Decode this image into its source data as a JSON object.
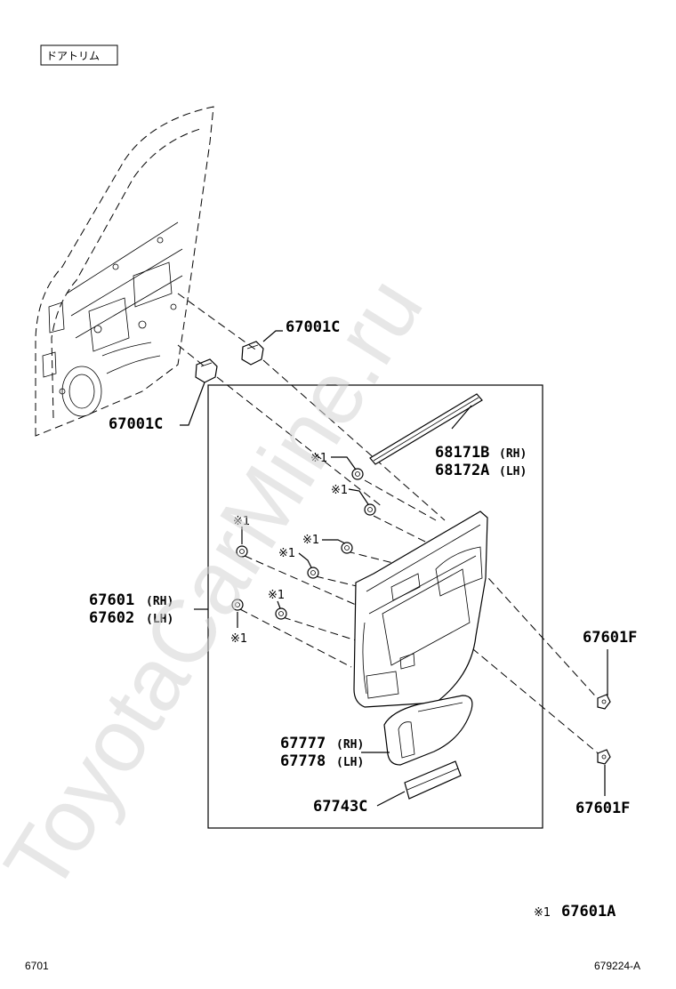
{
  "header": {
    "section_label": "ドアトリム"
  },
  "parts": {
    "door_clip_upper": "67001C",
    "door_clip_lower": "67001C",
    "weatherstrip_rh": "68171B",
    "weatherstrip_lh": "68172A",
    "rh_tag": "(RH)",
    "lh_tag": "(LH)",
    "trim_board_rh": "67601",
    "trim_board_lh": "67602",
    "screw_upper": "67601F",
    "screw_lower": "67601F",
    "handle_bezel_rh": "67777",
    "handle_bezel_lh": "67778",
    "pocket_cover": "67743C"
  },
  "marks": {
    "ref_mark": "※1"
  },
  "legend": {
    "mark": "※1",
    "part": "67601A"
  },
  "footer": {
    "page_number": "6701",
    "diagram_code": "679224-A"
  },
  "watermark": "ToyotaCarMine.ru"
}
